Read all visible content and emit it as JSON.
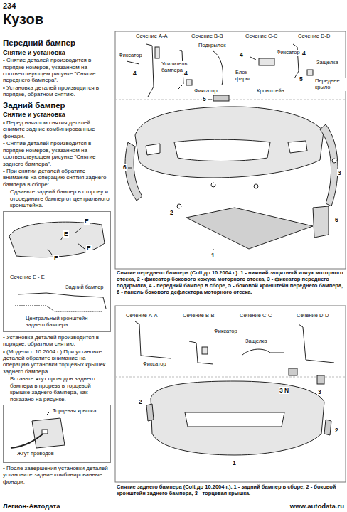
{
  "diagram": {
    "title": "Кузов",
    "labels": [
      "234",
      "Передний бампер",
      "Снятие и установка",
      "• Снятие деталей производится в порядке номеров, указанном на соответствующем рисунке \"Снятие переднего бампера\".",
      "• Установка деталей производится в порядке, обратном снятию.",
      "Задний бампер",
      "Снятие и установка",
      "• Перед началом снятия деталей снимите задние комбинированные фонари.",
      "• Снятие деталей производится в порядке номеров, указанном на соответствующем рисунке \"Снятие заднего бампера\".",
      "• При снятии деталей обратите внимание на операцию снятия заднего бампера в сборе:",
      "Сдвиньте задний бампер в сторону и отсоедините бампер от центрального кронштейна.",
      "E",
      "E",
      "E",
      "E",
      "Сечение E - E",
      "Задний бампер",
      "Центральный кронштейн заднего бампера",
      "• Установка деталей производится в порядке, обратном снятию.",
      "• (Модели с 10.2004 г.) При установке деталей обратите внимание на операцию установки торцевых крышек заднего бампера.",
      "Вставьте жгут проводов заднего бампера в прорезь в торцевой крышке заднего бампера, как показано на рисунке.",
      "Торцевая крышка",
      "Жгут проводов",
      "• После завершения установки деталей установите задние комбинированные фонари.",
      "Легион-Автодата",
      "www.autodata.ru",
      "Сечение A-A",
      "Сечение B-B",
      "Сечение C-C",
      "Сечение D-D",
      "Фиксатор",
      "4",
      "Усилитель бампера",
      "Подкрылок",
      "4",
      "Фиксатор",
      "Фиксатор",
      "4",
      "Блок фары",
      "Кронштейн",
      "4",
      "Защелка",
      "5",
      "Переднее крыло",
      "5",
      "6",
      "3",
      "6",
      "2",
      "1",
      "Снятие переднего бампера (Colt до 10.2004 г.). 1 - нижний защитный кожух моторного отсека, 2 - фиксатор бокового кожуха моторного отсека, 3 - фиксатор переднего подкрылка, 4 - передний бампер в сборе, 5 - боковой кронштейн переднего бампера, 6 - панель бокового дефлектора моторного отсека.",
      "Сечение A-A",
      "Сечение B-B",
      "Сечение C-C",
      "Сечение D-D",
      "Фиксатор",
      "Фиксатор",
      "Защелка",
      "3 N",
      "3",
      "2",
      "2",
      "1",
      "Снятие заднего бампера (Colt до 10.2004 г.). 1 - задний бампер в сборе, 2 - боковой кронштейн заднего бампера, 3 - торцевая крышка."
    ]
  }
}
